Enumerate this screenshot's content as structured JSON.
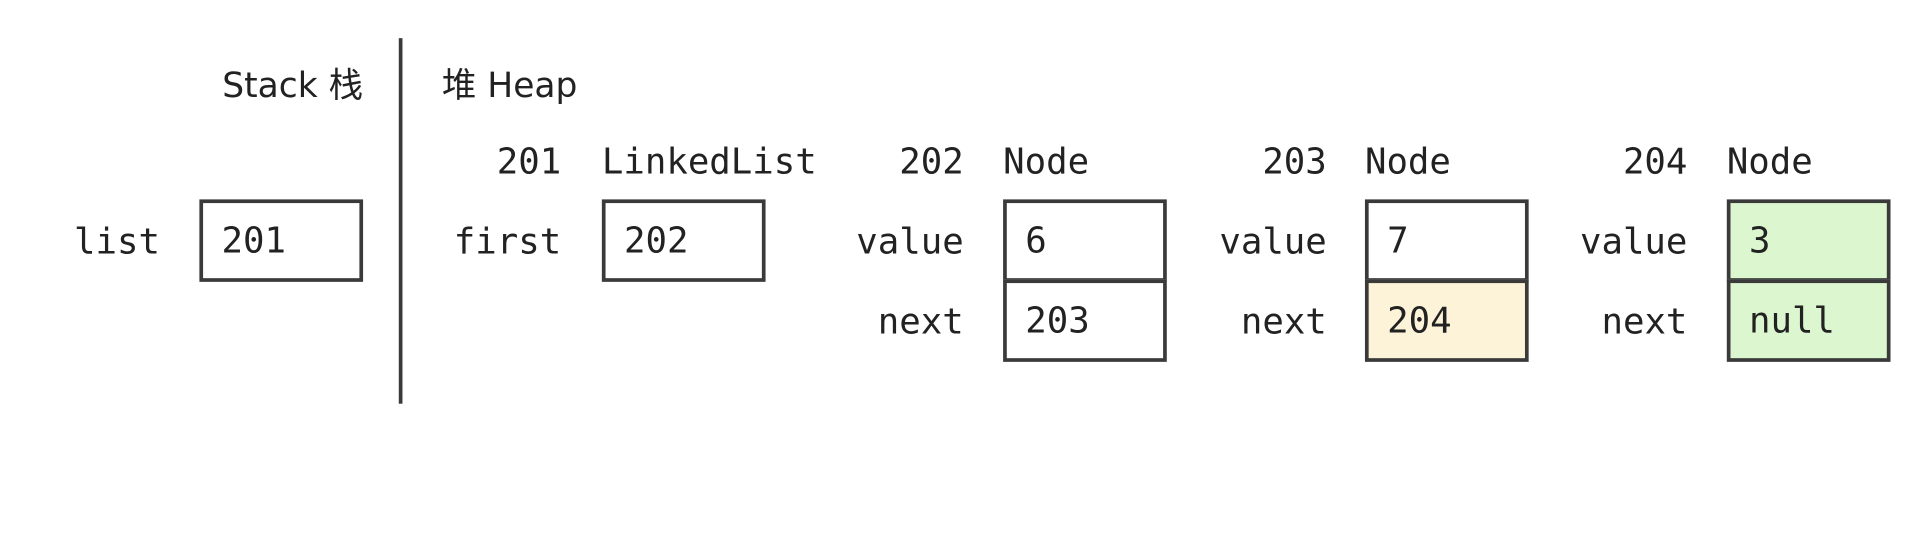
{
  "stack": {
    "title": "Stack 栈",
    "variables": [
      {
        "name": "list",
        "value": "201"
      }
    ]
  },
  "heap": {
    "title": "堆 Heap",
    "objects": [
      {
        "address": "201",
        "type": "LinkedList",
        "fields": [
          {
            "name": "first",
            "value": "202"
          }
        ]
      },
      {
        "address": "202",
        "type": "Node",
        "fields": [
          {
            "name": "value",
            "value": "6"
          },
          {
            "name": "next",
            "value": "203"
          }
        ]
      },
      {
        "address": "203",
        "type": "Node",
        "fields": [
          {
            "name": "value",
            "value": "7"
          },
          {
            "name": "next",
            "value": "204"
          }
        ]
      },
      {
        "address": "204",
        "type": "Node",
        "fields": [
          {
            "name": "value",
            "value": "3"
          },
          {
            "name": "next",
            "value": "null"
          }
        ]
      }
    ]
  },
  "colors": {
    "highlight_next": "#fdf3d8",
    "highlight_last_node": "#dcf7d0",
    "border": "#3a3a3a",
    "text": "#222222"
  }
}
